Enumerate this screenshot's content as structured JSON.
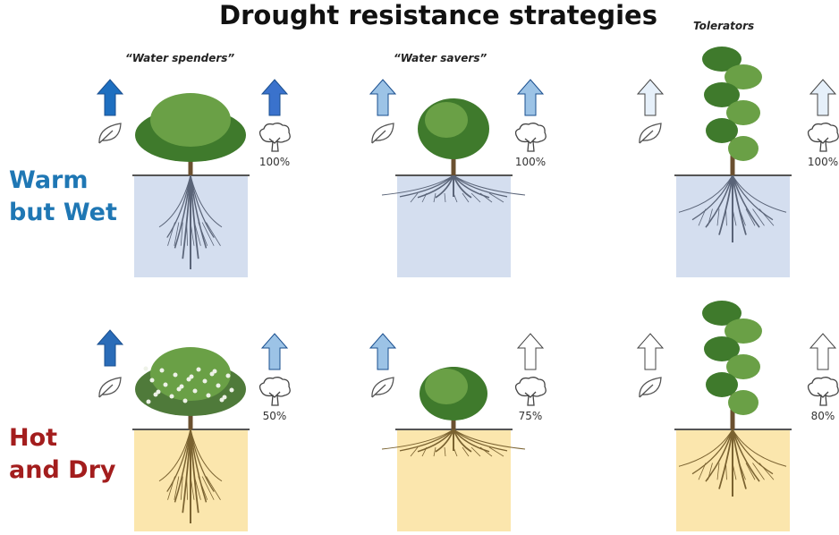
{
  "title": "Drought resistance strategies",
  "columns": [
    {
      "label": "“Water spenders”"
    },
    {
      "label": "“Water savers”"
    },
    {
      "label": "Tolerators"
    }
  ],
  "rows": [
    {
      "label_line1": "Warm",
      "label_line2": "but Wet",
      "color": "#1f77b4",
      "soil": "#d4deef",
      "root": "#5a6478",
      "panels": [
        {
          "leaf_arrow": "#1e6fc0",
          "tree_arrow": "#3a72cc",
          "percent": "100%"
        },
        {
          "leaf_arrow": "#9cc3e6",
          "tree_arrow": "#9cc3e6",
          "percent": "100%"
        },
        {
          "leaf_arrow": "#e6f0fa",
          "tree_arrow": "#e6f0fa",
          "percent": "100%"
        }
      ]
    },
    {
      "label_line1": "Hot",
      "label_line2": "and Dry",
      "color": "#a31d1d",
      "soil": "#fbe6ad",
      "root": "#7a6230",
      "panels": [
        {
          "leaf_arrow": "#2a6cb8",
          "tree_arrow": "#9cc3e6",
          "percent": "50%"
        },
        {
          "leaf_arrow": "#9cc3e6",
          "tree_arrow": "#ffffff",
          "percent": "75%"
        },
        {
          "leaf_arrow": "#ffffff",
          "tree_arrow": "#ffffff",
          "percent": "80%"
        }
      ]
    }
  ]
}
